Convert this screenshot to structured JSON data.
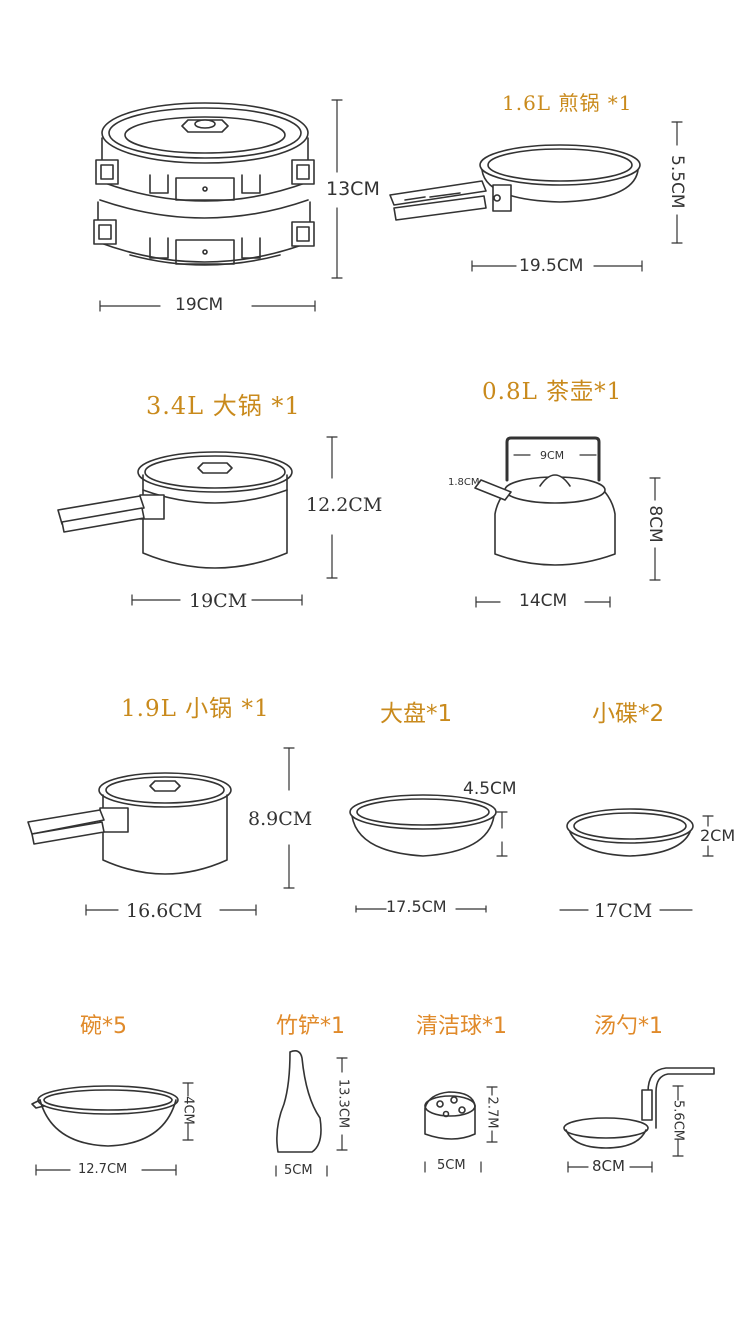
{
  "items": {
    "fry_pan": {
      "title": "1.6L 煎锅 *1",
      "height": "5.5CM",
      "width": "19.5CM"
    },
    "pot_set": {
      "height": "13CM",
      "width": "19CM"
    },
    "big_pot": {
      "title": "3.4L 大锅 *1",
      "height": "12.2CM",
      "width": "19CM"
    },
    "kettle": {
      "title": "0.8L 茶壶*1",
      "top_width": "9CM",
      "spout": "1.8CM",
      "height": "8CM",
      "width": "14CM"
    },
    "small_pot": {
      "title": "1.9L 小锅 *1",
      "height": "8.9CM",
      "width": "16.6CM"
    },
    "big_plate": {
      "title": "大盘*1",
      "height": "4.5CM",
      "width": "17.5CM"
    },
    "small_plate": {
      "title": "小碟*2",
      "height": "2CM",
      "width": "17CM"
    },
    "bowl": {
      "title": "碗*5",
      "height": "4CM",
      "width": "12.7CM"
    },
    "spatula": {
      "title": "竹铲*1",
      "height": "13.3CM",
      "width": "5CM"
    },
    "sponge": {
      "title": "清洁球*1",
      "height": "2.7M",
      "width": "5CM"
    },
    "ladle": {
      "title": "汤勺*1",
      "height": "5.6CM",
      "width": "8CM"
    }
  },
  "colors": {
    "title": "#c98a1c",
    "title_light": "#e08a2a",
    "line": "#333333"
  }
}
